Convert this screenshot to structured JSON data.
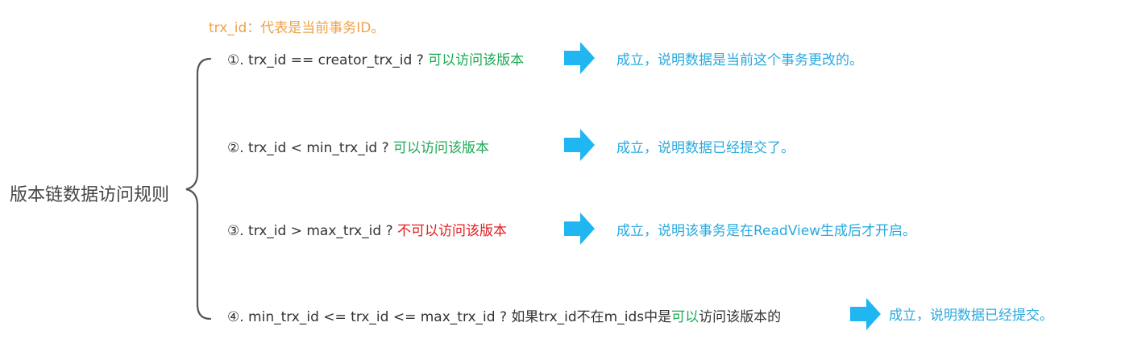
{
  "header": "trx_id：代表是当前事务ID。",
  "root_label": "版本链数据访问规则",
  "rules": [
    {
      "condition": "①. trx_id  == creator_trx_id ? ",
      "verdict": "可以访问该版本",
      "verdict_type": "ok",
      "result": "成立，说明数据是当前这个事务更改的。"
    },
    {
      "condition": "②. trx_id < min_trx_id ? ",
      "verdict": "可以访问该版本",
      "verdict_type": "ok",
      "result": "成立，说明数据已经提交了。"
    },
    {
      "condition": "③. trx_id > max_trx_id ?  ",
      "verdict": "不可以访问该版本",
      "verdict_type": "bad",
      "result": "成立，说明该事务是在ReadView生成后才开启。"
    },
    {
      "condition": "④. min_trx_id <= trx_id <= max_trx_id ?  如果trx_id不在m_ids中是",
      "verdict": "可以",
      "verdict_suffix": "访问该版本的",
      "verdict_type": "ok",
      "result": "成立，说明数据已经提交。"
    }
  ],
  "colors": {
    "header": "#f0a24a",
    "ok": "#1aaa55",
    "bad": "#e02020",
    "result": "#29a9df",
    "arrow": "#1fb6f2",
    "brace": "#555555"
  }
}
